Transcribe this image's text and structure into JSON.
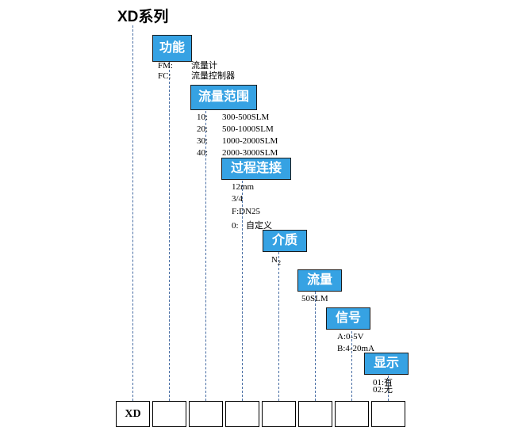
{
  "title": "XD系列",
  "base_code": "XD",
  "accent_color": "#36A2E3",
  "line_color": "#4a6fa5",
  "categories": [
    {
      "id": "function",
      "label": "功能",
      "options": [
        {
          "code": "FM:",
          "desc": "流量计"
        },
        {
          "code": "FC:",
          "desc": "流量控制器"
        }
      ]
    },
    {
      "id": "flow-range",
      "label": "流量范围",
      "options": [
        {
          "code": "10:",
          "desc": "300-500SLM"
        },
        {
          "code": "20:",
          "desc": "500-1000SLM"
        },
        {
          "code": "30:",
          "desc": "1000-2000SLM"
        },
        {
          "code": "40:",
          "desc": "2000-3000SLM"
        }
      ]
    },
    {
      "id": "process-connection",
      "label": "过程连接",
      "options": [
        {
          "code": "12mm",
          "desc": ""
        },
        {
          "code": "3/4",
          "desc": ""
        },
        {
          "code": "F:DN25",
          "desc": ""
        },
        {
          "code": "0:",
          "desc": "自定义"
        }
      ]
    },
    {
      "id": "medium",
      "label": "介质",
      "options": [
        {
          "code": "N2",
          "desc": ""
        }
      ]
    },
    {
      "id": "flow",
      "label": "流量",
      "options": [
        {
          "code": "50SLM",
          "desc": ""
        }
      ]
    },
    {
      "id": "signal",
      "label": "信号",
      "options": [
        {
          "code": "A:0-5V",
          "desc": ""
        },
        {
          "code": "B:4-20mA",
          "desc": ""
        }
      ]
    },
    {
      "id": "display",
      "label": "显示",
      "options": [
        {
          "code": "01:有",
          "desc": ""
        },
        {
          "code": "02:无",
          "desc": ""
        }
      ]
    }
  ],
  "code_boxes": [
    {
      "value": "XD"
    },
    {
      "value": ""
    },
    {
      "value": ""
    },
    {
      "value": ""
    },
    {
      "value": ""
    },
    {
      "value": ""
    },
    {
      "value": ""
    },
    {
      "value": ""
    }
  ]
}
